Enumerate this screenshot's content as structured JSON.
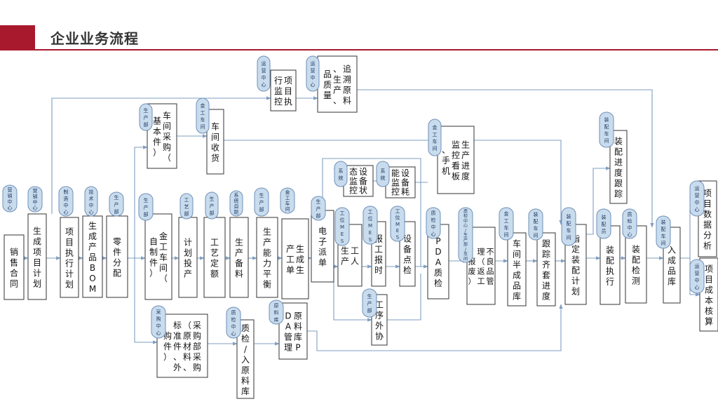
{
  "header": {
    "title": "企业业务流程"
  },
  "colors": {
    "accent": "#a8192e",
    "tag_fill": "#c9dced",
    "tag_stroke": "#6e8fb8",
    "tag_text": "#1f3d66",
    "line": "#7f9fc2",
    "box_stroke": "#333333"
  },
  "tags": [
    {
      "id": "t1",
      "text": "营销中心"
    },
    {
      "id": "t2",
      "text": "营销中心"
    },
    {
      "id": "t3",
      "text": "制造中心"
    },
    {
      "id": "t4",
      "text": "技术中心"
    },
    {
      "id": "t5",
      "text": "生产部"
    },
    {
      "id": "t6",
      "text": "生产部"
    },
    {
      "id": "t7",
      "text": "生产部"
    },
    {
      "id": "t8",
      "text": "工艺部"
    },
    {
      "id": "t9",
      "text": "生产部"
    },
    {
      "id": "t10",
      "text": "系统自助"
    },
    {
      "id": "t11",
      "text": "生产部"
    },
    {
      "id": "t12",
      "text": "金工车间"
    },
    {
      "id": "t13",
      "text": "生产部"
    },
    {
      "id": "t14",
      "text": "金工车间"
    },
    {
      "id": "t15",
      "text": "运营中心"
    },
    {
      "id": "t16",
      "text": "运营中心"
    },
    {
      "id": "t17",
      "text": "采购中心"
    },
    {
      "id": "t18",
      "text": "质检中心"
    },
    {
      "id": "t19",
      "text": "原料库"
    },
    {
      "id": "t20",
      "text": "系统"
    },
    {
      "id": "t21",
      "text": "系统"
    },
    {
      "id": "t22",
      "text": "金工车间"
    },
    {
      "id": "t23",
      "text": "工位MES"
    },
    {
      "id": "t24",
      "text": "工位MES"
    },
    {
      "id": "t25",
      "text": "工位MES"
    },
    {
      "id": "t26",
      "text": "生产部"
    },
    {
      "id": "t27",
      "text": "质检中心"
    },
    {
      "id": "t28",
      "text": "质检中心/生产部/车间"
    },
    {
      "id": "t29",
      "text": "金工车间"
    },
    {
      "id": "t30",
      "text": "装配车间"
    },
    {
      "id": "t31",
      "text": "装配车间"
    },
    {
      "id": "t32",
      "text": "装配车间"
    },
    {
      "id": "t33",
      "text": "装配员"
    },
    {
      "id": "t34",
      "text": "质检中心"
    },
    {
      "id": "t35",
      "text": "装配车间"
    },
    {
      "id": "t36",
      "text": "运营中心"
    },
    {
      "id": "t37",
      "text": "运营中心"
    }
  ],
  "boxes": [
    {
      "id": "b1",
      "text": "销售合同"
    },
    {
      "id": "b2",
      "text": "生成项目计划"
    },
    {
      "id": "b3",
      "text": "项目执行计划"
    },
    {
      "id": "b4",
      "text": "生成产品BOM"
    },
    {
      "id": "b5",
      "text": "零件分配"
    },
    {
      "id": "b6",
      "text": "车间采购（基本件）"
    },
    {
      "id": "b7",
      "text": "金工车间（自制件）"
    },
    {
      "id": "b8",
      "text": "计划投产"
    },
    {
      "id": "b9",
      "text": "工艺定额"
    },
    {
      "id": "b10",
      "text": "生产备料"
    },
    {
      "id": "b11",
      "text": "生产能力平衡"
    },
    {
      "id": "b12",
      "text": "生成生产工单"
    },
    {
      "id": "b13",
      "text": "车间收货"
    },
    {
      "id": "b14",
      "text": "项目执行监控"
    },
    {
      "id": "b15",
      "text": "追溯原料、生产、品质量"
    },
    {
      "id": "b16",
      "text": "采购部采购（原材料、标准件、外购件）"
    },
    {
      "id": "b17",
      "text": "质检/入原料库"
    },
    {
      "id": "b18",
      "text": "原料库PDA管理"
    },
    {
      "id": "b19",
      "text": "设备状态监控"
    },
    {
      "id": "b20",
      "text": "设备耗能监控"
    },
    {
      "id": "b21",
      "text": "生产进度监控看板、手机"
    },
    {
      "id": "b22",
      "text": "电子派单"
    },
    {
      "id": "b23",
      "text": "工人生产"
    },
    {
      "id": "b24",
      "text": "报工报时"
    },
    {
      "id": "b25",
      "text": "设备点检"
    },
    {
      "id": "b26",
      "text": "工序外协"
    },
    {
      "id": "b27",
      "text": "PDA质检"
    },
    {
      "id": "b28",
      "text": "不良品管理（返工/报废）"
    },
    {
      "id": "b29",
      "text": "车间半成品库"
    },
    {
      "id": "b30",
      "text": "跟踪齐套进度"
    },
    {
      "id": "b31",
      "text": "指定装配计划"
    },
    {
      "id": "b32",
      "text": "装配进度跟踪"
    },
    {
      "id": "b33",
      "text": "装配执行"
    },
    {
      "id": "b34",
      "text": "装配检测"
    },
    {
      "id": "b35",
      "text": "入成品库"
    },
    {
      "id": "b36",
      "text": "项目数据分析"
    },
    {
      "id": "b37",
      "text": "项目成本核算"
    }
  ]
}
